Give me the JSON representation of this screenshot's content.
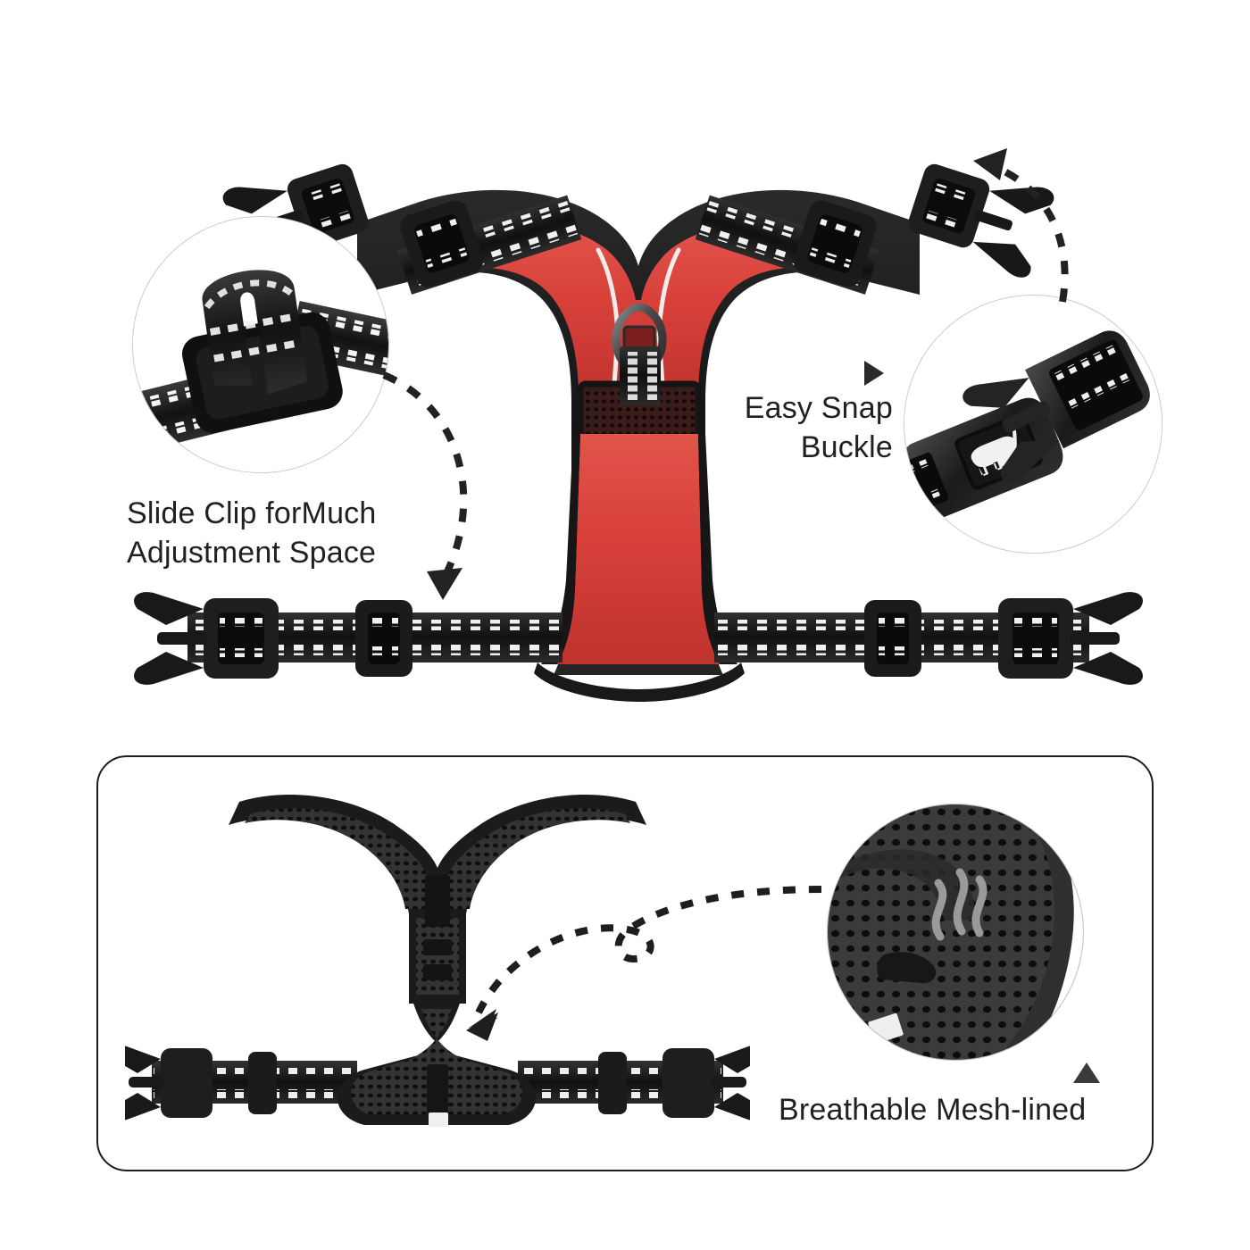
{
  "page": {
    "background_color": "#ffffff",
    "product": "reflective no-pull dog harness",
    "text_color": "#231f20"
  },
  "colors": {
    "harness_red": "#d8403a",
    "harness_red_dark": "#b42f2b",
    "harness_red_light": "#e2564c",
    "strap_black": "#1b1b1b",
    "trim_black": "#141414",
    "reflective_white": "#f2f2f2",
    "mesh_dark": "#2e2e2e",
    "circle_border": "#c9c9c9",
    "panel_border": "#1d1d1d",
    "arrow_dark": "#2b2b2b"
  },
  "callouts": [
    {
      "id": "slide-clip",
      "label": "Slide Clip forMuch\nAdjustment Space",
      "align": "left",
      "marker": "dashed-curved-arrow",
      "inset": "slide-clip-closeup-circle"
    },
    {
      "id": "easy-snap-buckle",
      "label": "Easy Snap\nBuckle",
      "align": "right",
      "marker": "triangle-right",
      "inset": "snap-buckle-closeup-circle"
    },
    {
      "id": "breathable-mesh",
      "label": "Breathable Mesh-lined",
      "align": "left",
      "marker": "triangle-up",
      "inset": "mesh-closeup-circle"
    }
  ],
  "icons": {
    "triangle_right": "triangle-right-icon",
    "triangle_up": "triangle-up-icon",
    "dog_logo": "dog-silhouette-icon",
    "airflow": "airflow-waves-icon"
  },
  "insets": {
    "slide_clip": {
      "name": "slide-clip-closeup-circle",
      "subject": "reflective webbing strap threaded through black plastic slide clip"
    },
    "snap_buckle": {
      "name": "snap-buckle-closeup-circle",
      "subject": "black side-release snap buckle, two halves separated, dog logo on female half"
    },
    "mesh": {
      "name": "mesh-closeup-circle",
      "subject": "breathable black mesh lining with airflow waves and care tag"
    }
  },
  "main_product": {
    "name": "red-harness-front-view",
    "body_color": "#d8403a",
    "trim_color": "#141414",
    "hardware": [
      "d-ring",
      "slide-clip",
      "snap-buckle",
      "reflective-webbing"
    ]
  },
  "bottom_product": {
    "name": "black-harness-interior-view",
    "body_color": "#2e2e2e",
    "lining": "breathable mesh",
    "tag": "care-tag"
  }
}
